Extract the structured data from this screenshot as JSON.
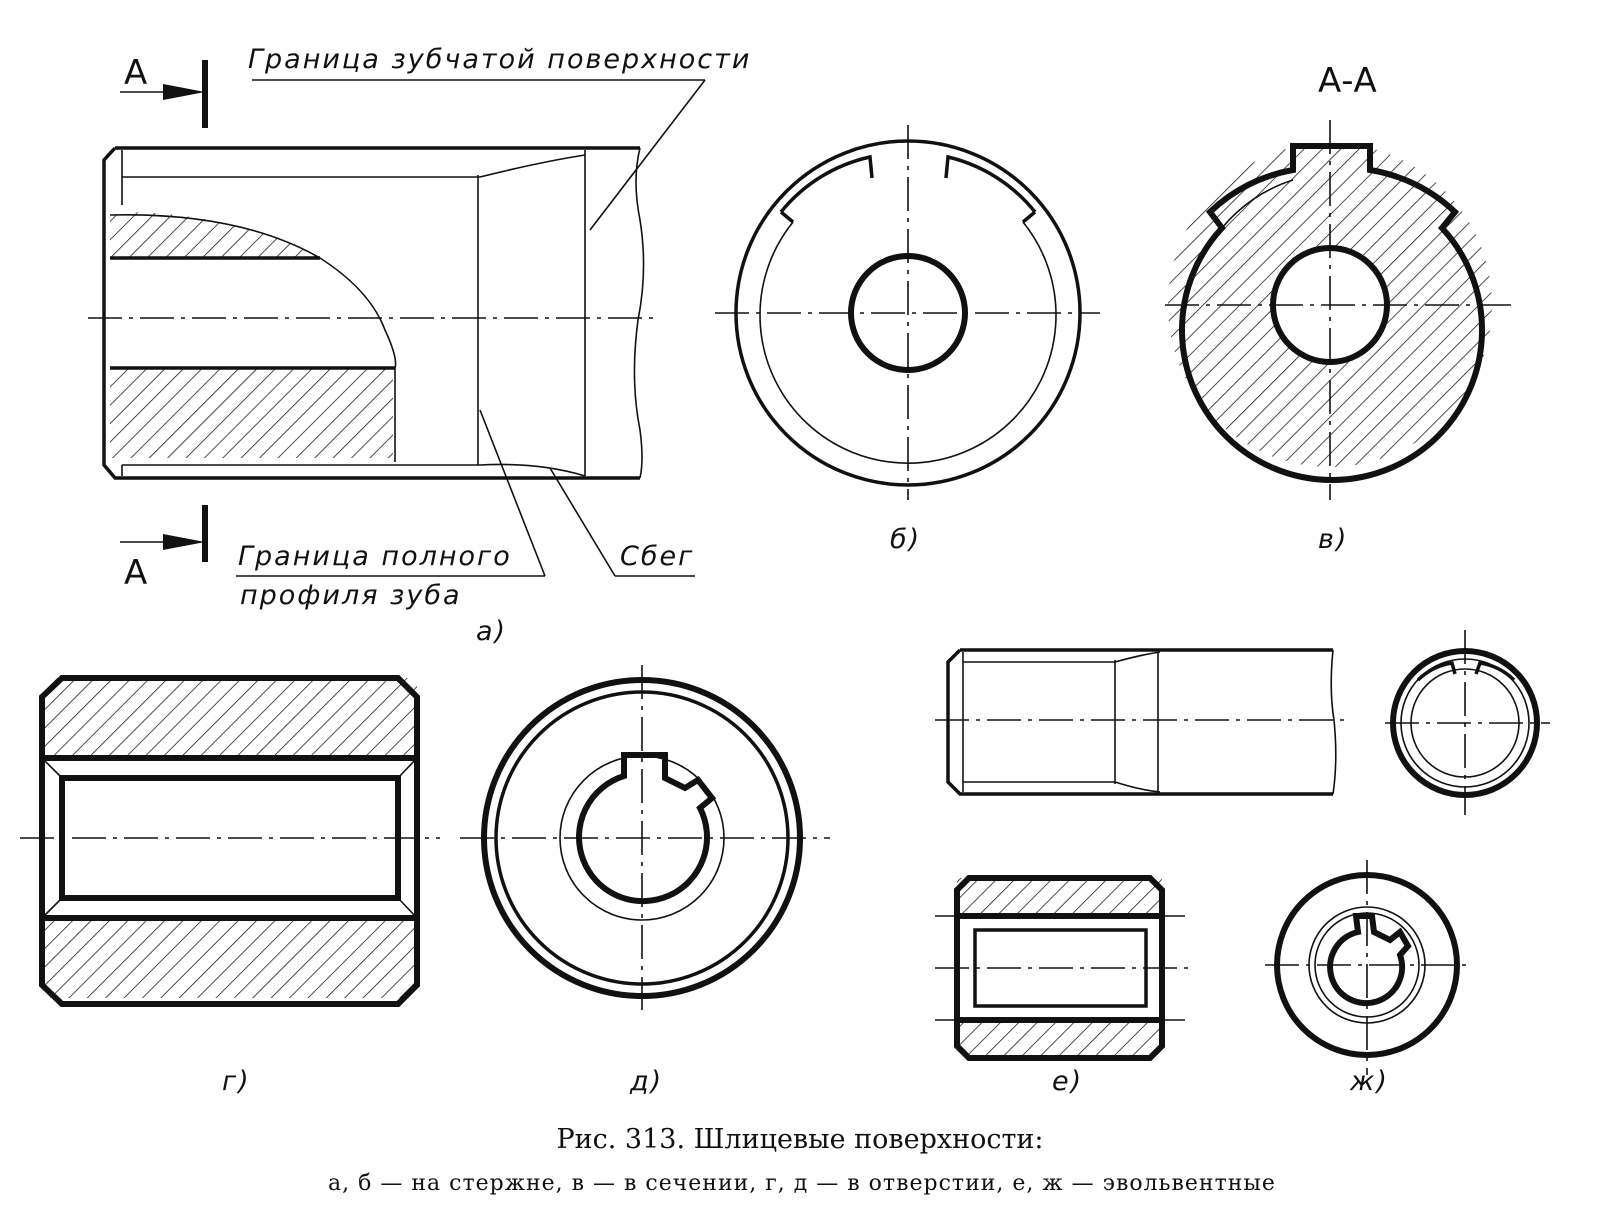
{
  "labels": {
    "section_marker": "A",
    "section_title": "А-А",
    "boundary_tooth_surface": "Граница зубчатой поверхности",
    "full_profile_line1": "Граница полного",
    "full_profile_line2": "профиля зуба",
    "runout": "Сбег"
  },
  "subfigures": {
    "a": "a)",
    "b": "б)",
    "v": "в)",
    "g": "г)",
    "d": "д)",
    "e": "е)",
    "zh": "ж)"
  },
  "caption": {
    "title": "Рис. 313. Шлицевые поверхности:",
    "subtitle": "а, б — на стержне, в — в сечении, г, д — в отверстии, е, ж — эвольвентные"
  }
}
